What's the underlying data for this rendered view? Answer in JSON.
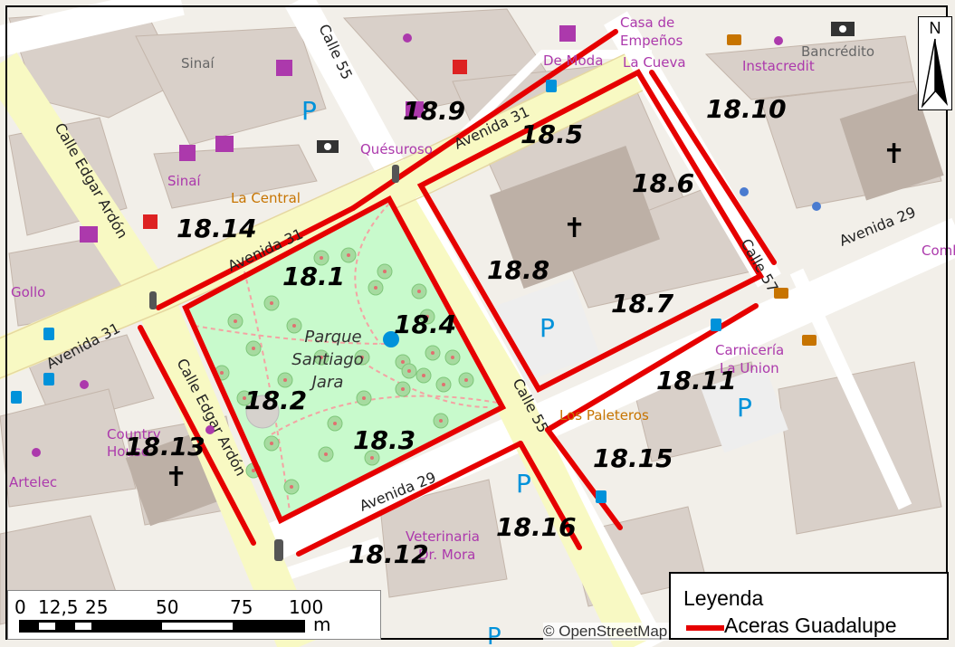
{
  "map": {
    "park_name_lines": [
      "Parque",
      "Santiago",
      "Jara"
    ],
    "streets": {
      "avenida_31_left": "Avenida 31",
      "avenida_31_mid": "Avenida 31",
      "avenida_31_top": "Avenida 31",
      "avenida_29_mid": "Avenida 29",
      "avenida_29_right": "Avenida 29",
      "calle_edgar_ardon_top": "Calle Edgar Ardón",
      "calle_edgar_ardon_bottom": "Calle Edgar Ardón",
      "calle_55_top": "Calle 55",
      "calle_55_mid": "Calle 55",
      "calle_57": "Calle 57"
    },
    "pois": {
      "sinai_top": "Sinaí",
      "sinai_left": "Sinaí",
      "la_central": "La Central",
      "quesuroso": "Quésuroso",
      "casa_empenos": [
        "Casa de",
        "Empeños",
        "La Cueva"
      ],
      "de_moda": "De Moda",
      "bancredito": "Bancrédito",
      "instacredit": "Instacredit",
      "gollo": "Gollo",
      "country_house": [
        "Country",
        "House"
      ],
      "artelec": "Artelec",
      "carniceria": [
        "Carnicería",
        "La Union"
      ],
      "los_paleteros": "Los Paleteros",
      "veterinaria": [
        "Veterinaria",
        "Dr. Mora"
      ],
      "comb": "Comb"
    },
    "segment_labels": [
      "18.1",
      "18.2",
      "18.3",
      "18.4",
      "18.5",
      "18.6",
      "18.7",
      "18.8",
      "18.9",
      "18.10",
      "18.11",
      "18.12",
      "18.13",
      "18.14",
      "18.15",
      "18.16"
    ],
    "attribution": "© OpenStreetMap",
    "north_label": "N",
    "colors": {
      "background": "#f2efe9",
      "building": "#d9d0c9",
      "road": "#ffffff",
      "primary_road": "#f8f9c3",
      "park": "#c8facc",
      "sidewalk_line": "#e60000",
      "poi_purple": "#ac39ac",
      "poi_blue": "#0092da",
      "poi_orange": "#e07a00"
    }
  },
  "scale_bar": {
    "ticks": [
      "0",
      "12,5",
      "25",
      "50",
      "75",
      "100"
    ],
    "unit": "m"
  },
  "legend": {
    "title": "Leyenda",
    "item": "Aceras Guadalupe"
  },
  "icons": [
    "cafe-icon",
    "church-icon",
    "parking-icon",
    "bank-icon",
    "pharmacy-icon",
    "clothes-icon",
    "bookstore-icon",
    "traffic-light-icon",
    "bus-stop-icon",
    "north-arrow-icon",
    "fountain-icon",
    "tree-icon"
  ]
}
